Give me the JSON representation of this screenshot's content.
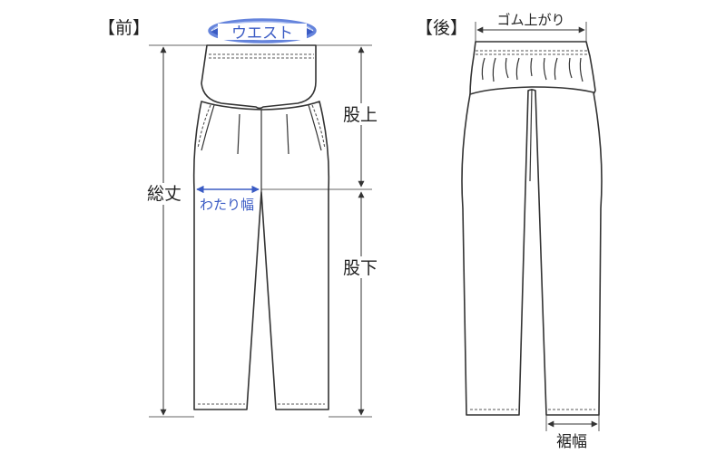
{
  "views": {
    "front": {
      "title": "【前】"
    },
    "back": {
      "title": "【後】"
    }
  },
  "labels": {
    "waist": "ウエスト",
    "total_length": "総丈",
    "rise": "股上",
    "inseam": "股下",
    "thigh_width": "わたり幅",
    "elastic": "ゴム上がり",
    "hem_width": "裾幅"
  },
  "colors": {
    "line": "#333333",
    "accent": "#3a5bc4"
  }
}
